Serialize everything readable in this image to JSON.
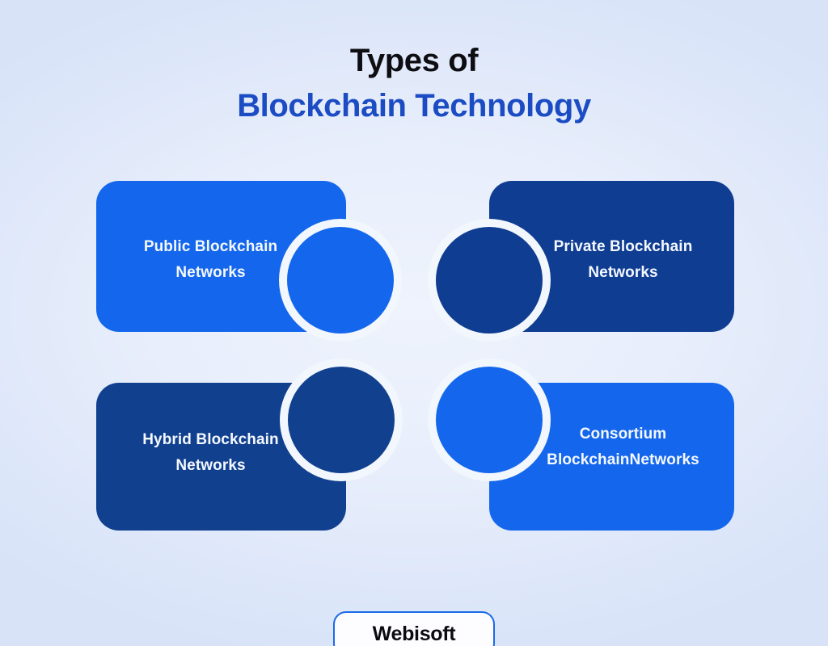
{
  "title": {
    "line1": "Types of",
    "line2": "Blockchain Technology"
  },
  "colors": {
    "bright_blue": "#1467ec",
    "navy_blue": "#0f3d91",
    "title_blue": "#1b4cc4",
    "title_black": "#0d0d12",
    "card_text": "#f4f8ff",
    "background_light": "#eef3fd",
    "background_edge": "#d8e3f8",
    "badge_border": "#1a6ae8"
  },
  "cards": [
    {
      "id": "public",
      "label": "Public Blockchain Networks",
      "label_line1": "Public Blockchain",
      "label_line2": "Networks",
      "color": "#1467ec",
      "position": "top-left",
      "circle_side": "right"
    },
    {
      "id": "private",
      "label": "Private Blockchain Networks",
      "label_line1": "Private Blockchain",
      "label_line2": "Networks",
      "color": "#0f3d91",
      "position": "top-right",
      "circle_side": "left"
    },
    {
      "id": "hybrid",
      "label": "Hybrid Blockchain Networks",
      "label_line1": "Hybrid Blockchain",
      "label_line2": "Networks",
      "color": "#11408f",
      "position": "bottom-left",
      "circle_side": "right"
    },
    {
      "id": "consortium",
      "label": "Consortium BlockchainNetworks",
      "label_line1": "Consortium",
      "label_line2": "BlockchainNetworks",
      "color": "#1467ec",
      "position": "bottom-right",
      "circle_side": "left"
    }
  ],
  "footer": {
    "logo_text": "Webisoft"
  }
}
